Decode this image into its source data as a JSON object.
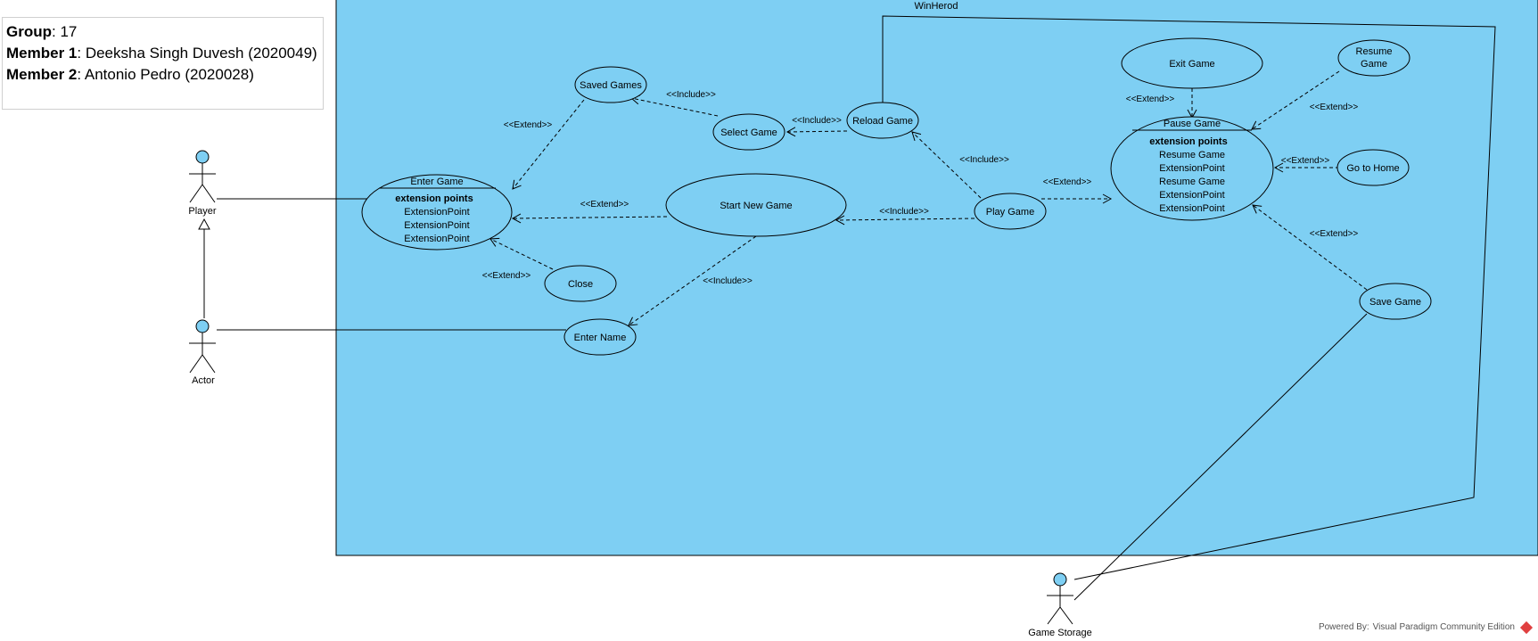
{
  "info": {
    "group_label": "Group",
    "group_value": ": 17",
    "member1_label": "Member 1",
    "member1_value": ": Deeksha Singh Duvesh (2020049)",
    "member2_label": "Member 2",
    "member2_value": ": Antonio Pedro (2020028)"
  },
  "system": {
    "name": "WinHerod",
    "fill": "#7ecff3"
  },
  "actors": {
    "player": "Player",
    "actor": "Actor",
    "storage": "Game Storage"
  },
  "usecases": {
    "saved_games": "Saved Games",
    "select_game": "Select Game",
    "reload_game": "Reload Game",
    "start_new_game": "Start New Game",
    "play_game": "Play Game",
    "close": "Close",
    "enter_name": "Enter Name",
    "exit_game": "Exit Game",
    "resume_game_1": "Resume",
    "resume_game_2": "Game",
    "go_to_home": "Go to Home",
    "save_game": "Save Game"
  },
  "enter_game": {
    "title": "Enter Game",
    "ext_header": "extension points",
    "points": [
      "ExtensionPoint",
      "ExtensionPoint",
      "ExtensionPoint"
    ]
  },
  "pause_game": {
    "title": "Pause Game",
    "ext_header": "extension points",
    "points": [
      "Resume Game",
      "ExtensionPoint",
      "Resume Game",
      "ExtensionPoint",
      "ExtensionPoint"
    ]
  },
  "relations": {
    "include": "<<Include>>",
    "extend": "<<Extend>>"
  },
  "footer": {
    "powered": "Powered By:",
    "product": "Visual Paradigm Community Edition"
  }
}
